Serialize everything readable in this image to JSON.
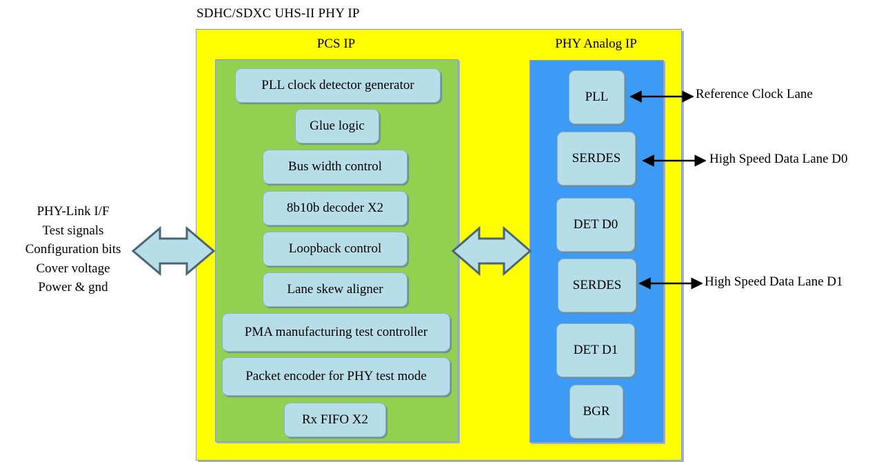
{
  "title": "SDHC/SDXC  UHS-II PHY  IP",
  "pcs": {
    "heading": "PCS IP",
    "blocks": [
      "PLL  clock detector generator",
      "Glue logic",
      "Bus width control",
      "8b10b decoder X2",
      "Loopback control",
      "Lane skew aligner",
      "PMA manufacturing test controller",
      "Packet encoder for PHY  test mode",
      "Rx FIFO X2"
    ]
  },
  "analog": {
    "heading": "PHY  Analog IP",
    "blocks": [
      "PLL",
      "SERDES",
      "DET  D0",
      "SERDES",
      "DET  D1",
      "BGR"
    ]
  },
  "lanes": {
    "ref_clock": "Reference Clock Lane",
    "d0": "High  Speed Data Lane D0",
    "d1": "High  Speed Data Lane D1"
  },
  "left_interface": [
    "PHY-Link  I/F",
    "Test signals",
    "Configuration bits",
    "Cover voltage",
    "Power & gnd"
  ],
  "colors": {
    "outer_fill": "#ffff00",
    "pcs_fill": "#92d050",
    "analog_fill": "#3d9af5",
    "block_fill": "#b7dee8",
    "arrow_fill": "#b7dee8",
    "arrow_stroke": "#4a6670"
  }
}
